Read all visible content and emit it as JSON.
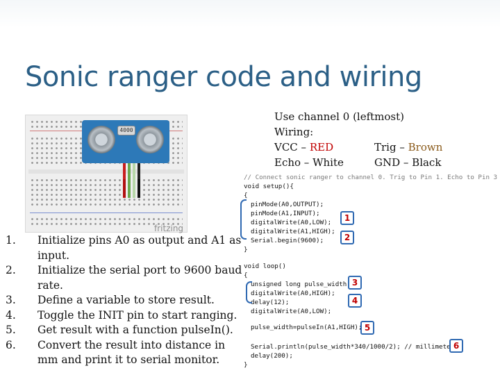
{
  "slide": {
    "title": "Sonic ranger code and wiring"
  },
  "wiring_info": {
    "channel": "Use channel 0 (leftmost)",
    "wiring_label": "Wiring:",
    "vcc_prefix": "VCC – ",
    "vcc_color": "RED",
    "trig_prefix": "Trig – ",
    "trig_color": "Brown",
    "echo": "Echo – White",
    "gnd": "GND – Black"
  },
  "image": {
    "sensor_label": "4000",
    "watermark": "fritzing"
  },
  "steps": [
    {
      "num": "1.",
      "text": "Initialize pins A0 as output and A1 as input."
    },
    {
      "num": "2.",
      "text": "Initialize the serial port to 9600 baud rate."
    },
    {
      "num": "3.",
      "text": "Define a variable to store result."
    },
    {
      "num": "4.",
      "text": "Toggle the INIT pin to start ranging."
    },
    {
      "num": "5.",
      "text": "Get result with a function pulseIn()."
    },
    {
      "num": "6.",
      "text": "Convert the result into distance in mm and print it to serial monitor."
    }
  ],
  "code": {
    "l01": "// Connect sonic ranger to channel 0. Trig to Pin 1. Echo to Pin 3",
    "l02": "void setup(){",
    "l03": "{",
    "l04": "pinMode(A0,OUTPUT);",
    "l05": "pinMode(A1,INPUT);",
    "l06": "digitalWrite(A0,LOW);",
    "l07": "digitalWrite(A1,HIGH);",
    "l08": "Serial.begin(9600);",
    "l09": "}",
    "l10": "void loop()",
    "l11": "{",
    "l12": "unsigned long pulse_width;",
    "l13": "digitalWrite(A0,HIGH);",
    "l14": "delay(12);",
    "l15": "digitalWrite(A0,LOW);",
    "l16": "pulse_width=pulseIn(A1,HIGH);",
    "l17": "Serial.println(pulse_width*340/1000/2); // millimeters",
    "l18": "delay(200);",
    "l19": "}"
  },
  "badges": [
    "1",
    "2",
    "3",
    "4",
    "5",
    "6"
  ],
  "colors": {
    "title": "#2b5f86",
    "vcc_red": "#c00000",
    "trig_brown": "#8a5a1a",
    "badge_border": "#2f69b2",
    "sensor_blue": "#2d79b8"
  }
}
